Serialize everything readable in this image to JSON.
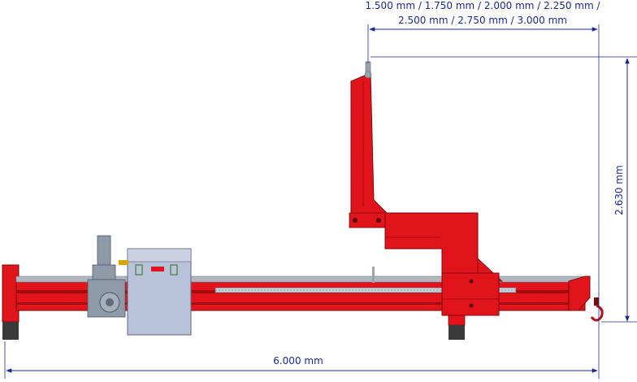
{
  "dimensions": {
    "top_width_line1": "1.500 mm / 1.750 mm / 2.000 mm / 2.250 mm /",
    "top_width_line2": "2.500 mm / 2.750 mm / 3.000 mm",
    "height": "2.630 mm",
    "base_length": "6.000 mm"
  },
  "colors": {
    "frame_red": "#e0141a",
    "frame_dark_red": "#a30d10",
    "dimension_blue": "#1a2a8c",
    "housing_grey": "#b8c2d8",
    "motor_grey": "#8e9aa8",
    "foot_dark": "#3a3a3a"
  }
}
